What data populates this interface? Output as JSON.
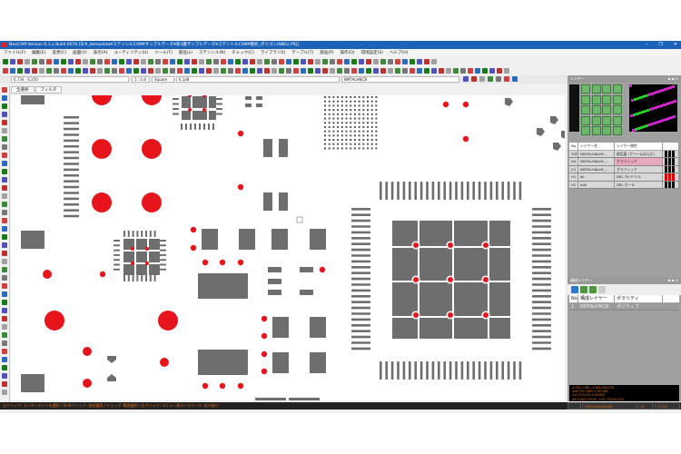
{
  "window": {
    "title": "NeoCAM Version 6.1.x Build 6076 [D:¥_demodata¥ステンシルCAM¥サンプルデータ¥新4層サンプルデータ¥ステンシルCAM¥整形_ポリゴン(NNG).PRJ]",
    "minimize": "–",
    "maximize": "❐",
    "close": "✕"
  },
  "menu": [
    "ファイル(F)",
    "編集(E)",
    "変更(C)",
    "画面(V)",
    "表示(A)",
    "ユーティリティ(U)",
    "ツール(T)",
    "部品(L)",
    "ステンシル(N)",
    "チェック(C)",
    "ライブラリ(I)",
    "テーブル(T)",
    "部品(P)",
    "操作(O)",
    "環境設定(S)",
    "ヘルプ(H)"
  ],
  "coordbar": {
    "coord": "6.734 : 6.250",
    "scale": "1 : 0.8",
    "shape": "Square",
    "size": "6.148",
    "layer": "NMTALHNCB"
  },
  "tabs": [
    "全選択",
    "フィルタ"
  ],
  "layers_panel": {
    "title": "レイヤー",
    "columns": [
      "No.",
      "レイヤー名",
      "レイヤー属性"
    ],
    "rows": [
      {
        "no": "TOP",
        "name": "NMTALHAbUE...",
        "attr": "部品面 (クリームはんだ)",
        "selected": false
      },
      {
        "no": "G0",
        "name": "NMTALHAbUE_...",
        "attr": "グラフィック",
        "selected": true
      },
      {
        "no": "G1",
        "name": "NMTALHAbUE_...",
        "attr": "グラフィック",
        "selected": false
      },
      {
        "no": "H1",
        "name": "dk",
        "attr": "DRL TH ドリル",
        "selected": false
      },
      {
        "no": "H2",
        "name": "ndh",
        "attr": "DRL ホール",
        "selected": false
      }
    ]
  },
  "composite_panel": {
    "title": "構成レイヤー",
    "columns": [
      "No.",
      "構成レイヤー",
      "ポラリティ"
    ],
    "rows": [
      {
        "no": "1",
        "name": "NMTALHNCB",
        "polarity": "ポジティブ"
      }
    ]
  },
  "info": [
    "X:392.1780 - Y:189.908.238",
    "Size:792.5840 x 99.508",
    "Cur:75.5176 x 48.803",
    "AX:0.3837.9258 - Y:97.750.90.250"
  ],
  "statusbar": "左クリック: コンポーネントを選択 / Shiftクリック: 追加選択 / ドラッグ: 範囲選択 / 右クリック: メニュー表示 / ホイール: 拡大縮小",
  "status_right": [
    "NMTALHNCB/NCB",
    "12",
    "ST900"
  ]
}
